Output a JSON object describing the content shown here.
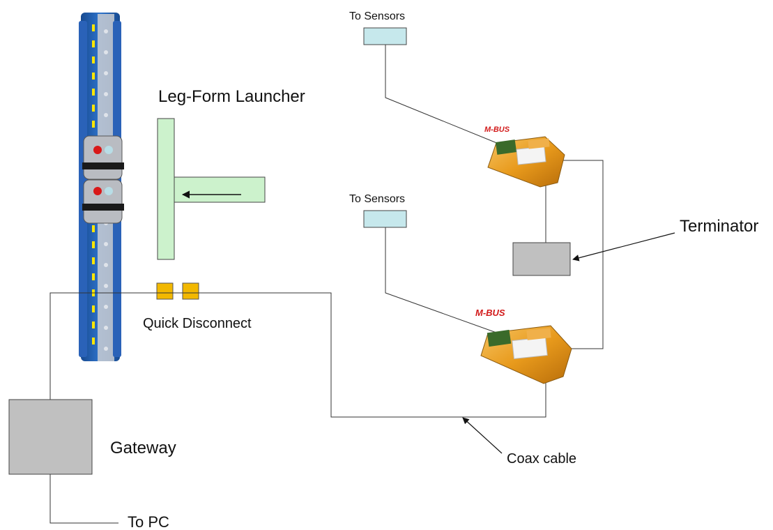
{
  "labels": {
    "leg_form_launcher": "Leg-Form Launcher",
    "to_sensors_top": "To Sensors",
    "to_sensors_bottom": "To Sensors",
    "terminator": "Terminator",
    "quick_disconnect": "Quick Disconnect",
    "gateway": "Gateway",
    "coax_cable": "Coax cable",
    "to_pc": "To PC",
    "mbus_logo_top": "M-BUS",
    "mbus_logo_bottom": "M-BUS"
  },
  "colors": {
    "launcher_fill": "#ccf2cc",
    "sensor_box_fill": "#c6e8ec",
    "gray_box_fill": "#c0c0c0",
    "quick_disconnect_fill": "#f2b800",
    "line": "#333333",
    "leg_blue": "#1f5fb4",
    "leg_yellow": "#ffe600",
    "module_orange": "#e89a1c",
    "mbus_red": "#d21a1a"
  },
  "icons": {
    "leg_form": "leg-form-impactor-photo",
    "mbus_module": "mbus-module-photo"
  }
}
